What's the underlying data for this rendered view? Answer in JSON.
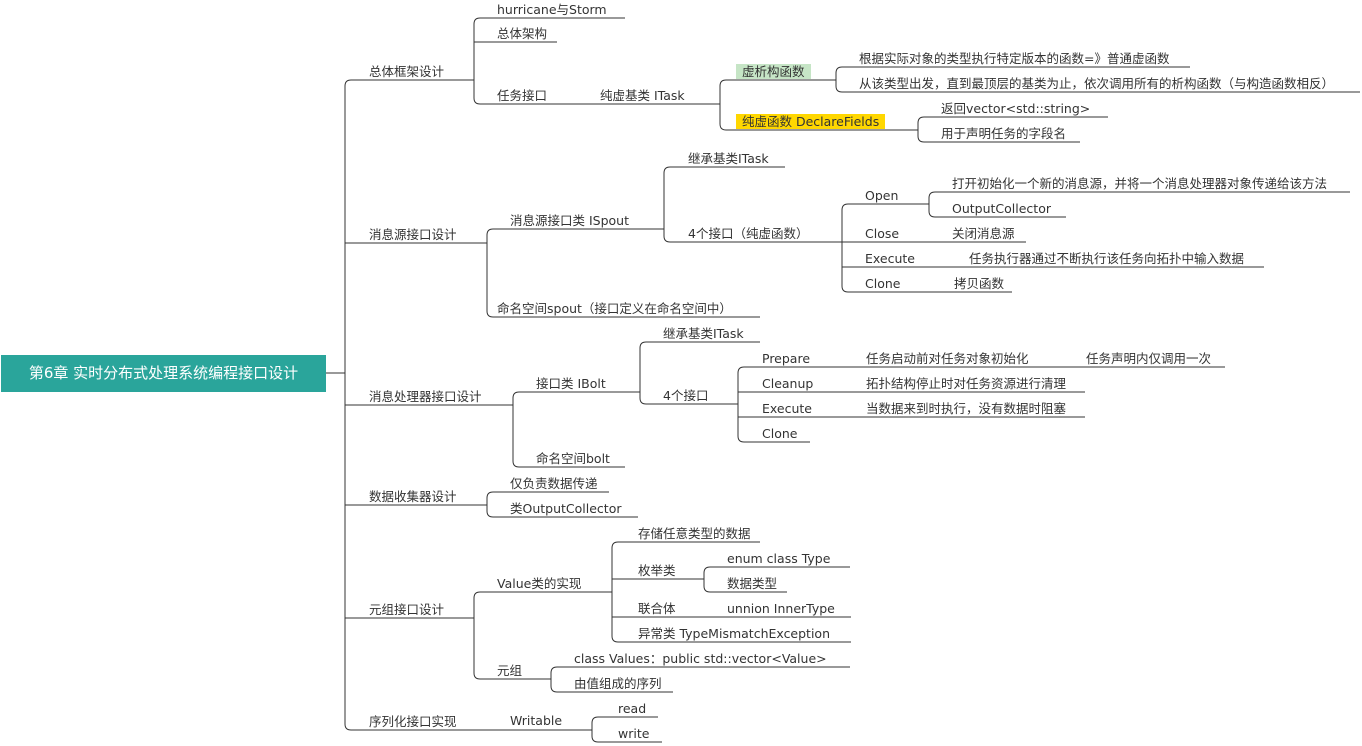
{
  "mindmap": {
    "root": "第6章 实时分布式处理系统编程接口设计",
    "nodes": {
      "n1": "总体框架设计",
      "n1_1": "hurricane与Storm",
      "n1_2": "总体架构",
      "n1_3": "任务接口",
      "n1_3_1": "纯虚基类 ITask",
      "n1_3_1_a": "虚析构函数",
      "n1_3_1_a1": "根据实际对象的类型执行特定版本的函数=》普通虚函数",
      "n1_3_1_a2": "从该类型出发，直到最顶层的基类为止，依次调用所有的析构函数（与构造函数相反）",
      "n1_3_1_b": "纯虚函数 DeclareFields",
      "n1_3_1_b1": "返回vector<std::string>",
      "n1_3_1_b2": "用于声明任务的字段名",
      "n2": "消息源接口设计",
      "n2_1": "消息源接口类 ISpout",
      "n2_1_a": "继承基类ITask",
      "n2_1_b": "4个接口（纯虚函数）",
      "n2_1_b1": "Open",
      "n2_1_b1a": "打开初始化一个新的消息源，并将一个消息处理器对象传递给该方法",
      "n2_1_b1b": "OutputCollector",
      "n2_1_b2": "Close",
      "n2_1_b2a": "关闭消息源",
      "n2_1_b3": "Execute",
      "n2_1_b3a": "任务执行器通过不断执行该任务向拓扑中输入数据",
      "n2_1_b4": "Clone",
      "n2_1_b4a": "拷贝函数",
      "n2_2": "命名空间spout（接口定义在命名空间中）",
      "n3": "消息处理器接口设计",
      "n3_1": "接口类 IBolt",
      "n3_1_a": "继承基类ITask",
      "n3_1_b": "4个接口",
      "n3_1_b1": "Prepare",
      "n3_1_b1a": "任务启动前对任务对象初始化",
      "n3_1_b1b": "任务声明内仅调用一次",
      "n3_1_b2": "Cleanup",
      "n3_1_b2a": "拓扑结构停止时对任务资源进行清理",
      "n3_1_b3": "Execute",
      "n3_1_b3a": "当数据来到时执行，没有数据时阻塞",
      "n3_1_b4": "Clone",
      "n3_2": "命名空间bolt",
      "n4": "数据收集器设计",
      "n4_1": "仅负责数据传递",
      "n4_2": "类OutputCollector",
      "n5": "元组接口设计",
      "n5_1": "Value类的实现",
      "n5_1_a": "存储任意类型的数据",
      "n5_1_b": "枚举类",
      "n5_1_b1": "enum class  Type",
      "n5_1_b2": "数据类型",
      "n5_1_c": "联合体",
      "n5_1_c1": "unnion InnerType",
      "n5_1_d": "异常类 TypeMismatchException",
      "n5_2": "元组",
      "n5_2_a": "class Values：public std::vector<Value>",
      "n5_2_b": "由值组成的序列",
      "n6": "序列化接口实现",
      "n6_1": "Writable",
      "n6_1_a": "read",
      "n6_1_b": "write"
    },
    "colors": {
      "root_fill": "#2aa59b",
      "root_text": "#ffffff",
      "line": "#333333",
      "highlight_green": "#c6e5c6",
      "highlight_yellow": "#ffd700"
    }
  }
}
